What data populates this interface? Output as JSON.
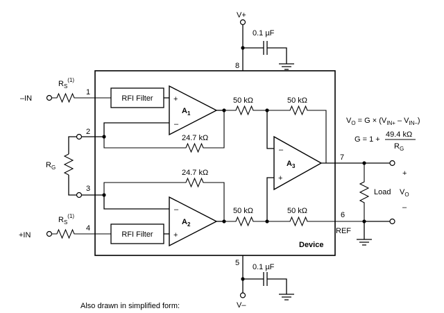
{
  "device": {
    "label": "Device",
    "pins": {
      "p1": "1",
      "p2": "2",
      "p3": "3",
      "p4": "4",
      "p5": "5",
      "p6": "6",
      "p7": "7",
      "p8": "8"
    },
    "supply_pos": "V+",
    "supply_neg": "V–",
    "cap_top": "0.1 µF",
    "cap_bottom": "0.1 µF"
  },
  "inputs": {
    "neg": "–IN",
    "pos": "+IN",
    "rs_main": "R",
    "rs_sub": "S",
    "rs_note": "(1)"
  },
  "blocks": {
    "rfi_top": "RFI Filter",
    "rfi_bottom": "RFI Filter"
  },
  "amps": {
    "a1_main": "A",
    "a1_sub": "1",
    "a2_main": "A",
    "a2_sub": "2",
    "a3_main": "A",
    "a3_sub": "3"
  },
  "resistors": {
    "r_top_left": "50 kΩ",
    "r_top_right": "50 kΩ",
    "r_bot_left": "50 kΩ",
    "r_bot_right": "50 kΩ",
    "r_fb1": "24.7 kΩ",
    "r_fb2": "24.7 kΩ",
    "rg_main": "R",
    "rg_sub": "G"
  },
  "output": {
    "load": "Load",
    "ref": "REF",
    "vo_main": "V",
    "vo_sub": "O",
    "plus": "+",
    "minus": "–"
  },
  "equations": {
    "vo_main": "V",
    "vo_sub": "O",
    "vo_mid": " = G × (V",
    "vin_plus_sub": "IN+",
    "vo_dash": " – V",
    "vin_minus_sub": "IN–",
    "vo_end": ")",
    "g_prefix": "G = 1 +",
    "g_num": "49.4 kΩ",
    "g_den_main": "R",
    "g_den_sub": "G"
  },
  "caption": "Also drawn in simplified form:"
}
